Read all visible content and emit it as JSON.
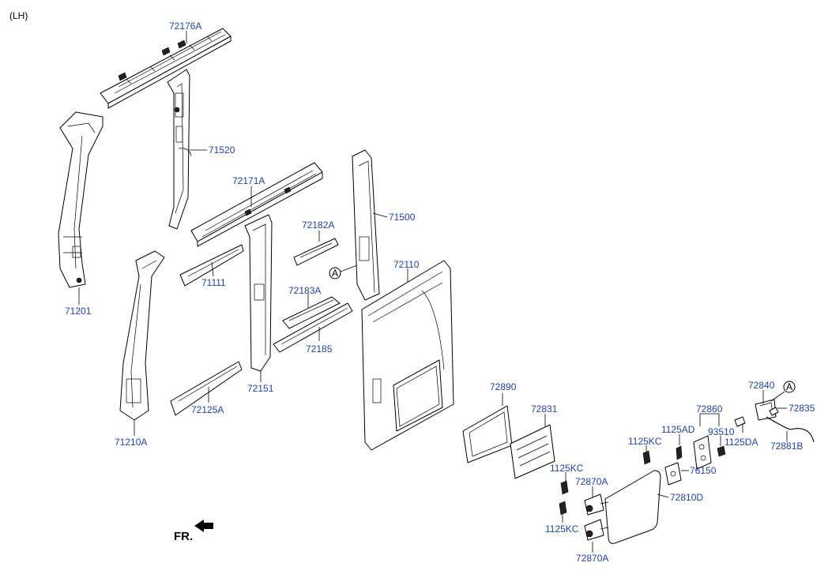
{
  "header": {
    "side": "(LH)"
  },
  "front_marker": {
    "text": "FR."
  },
  "reference_markers": [
    "A",
    "A"
  ],
  "labels": {
    "p72176A": "72176A",
    "p71520": "71520",
    "p71201": "71201",
    "p72171A": "72171A",
    "p72182A": "72182A",
    "p71500": "71500",
    "p71111": "71111",
    "p72110": "72110",
    "p72183A": "72183A",
    "p72185": "72185",
    "p72151": "72151",
    "p72125A": "72125A",
    "p71210A": "71210A",
    "p72890": "72890",
    "p72831": "72831",
    "p72840": "72840",
    "p72835": "72835",
    "p72860": "72860",
    "p1125AD": "1125AD",
    "p93510": "93510",
    "p1125DA": "1125DA",
    "p1125KC_top": "1125KC",
    "p72881B": "72881B",
    "p76150": "76150",
    "p1125KC_mid": "1125KC",
    "p72870A_top": "72870A",
    "p72810D": "72810D",
    "p1125KC_bot": "1125KC",
    "p72870A_bot": "72870A"
  },
  "colors": {
    "label": "#1f3fb0",
    "line": "#000000"
  }
}
